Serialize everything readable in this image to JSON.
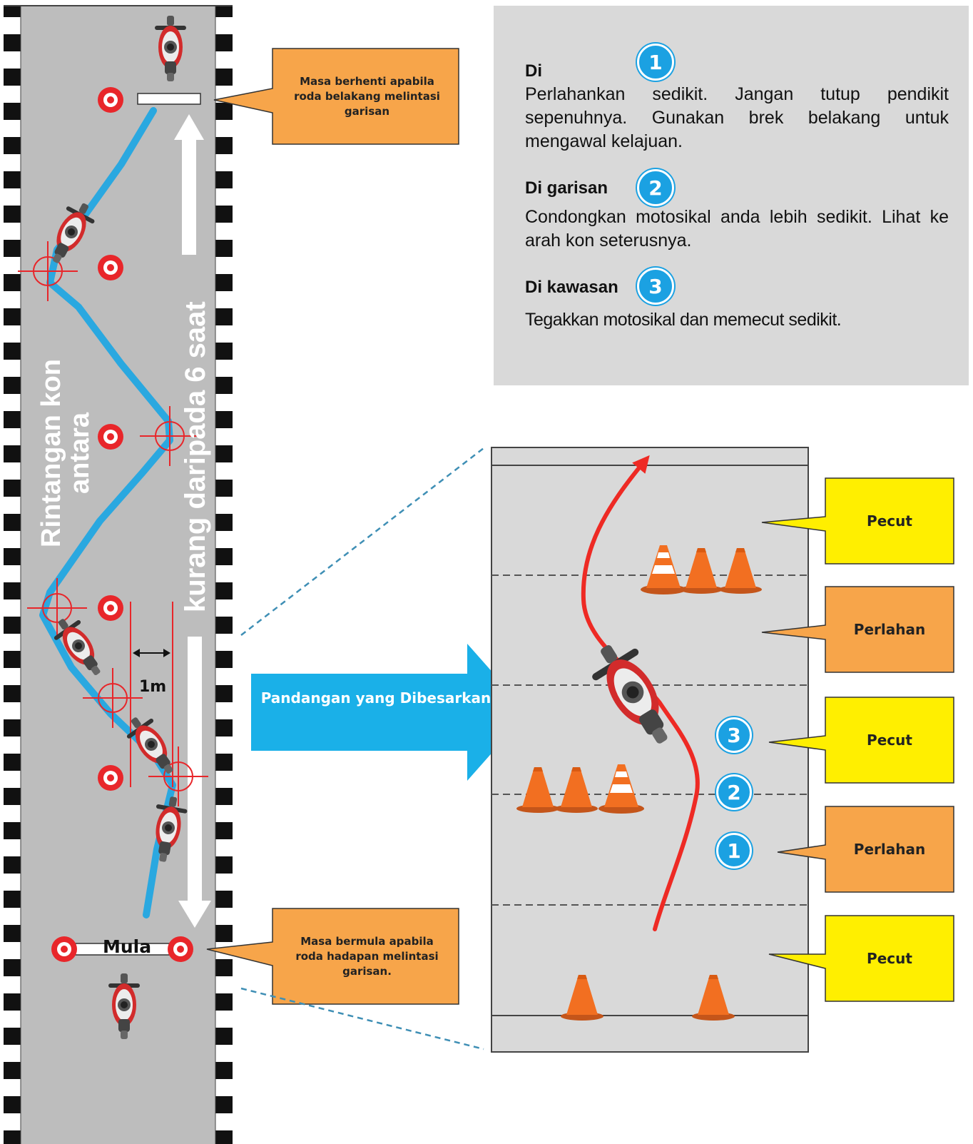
{
  "left_track": {
    "stop_callout": "Masa berhenti apabila roda belakang melintasi garisan",
    "start_callout": "Masa bermula apabila roda hadapan melintasi garisan.",
    "label_obstacle": "Rintangan kon antara",
    "label_time": "kurang daripada 6 saat",
    "distance_label": "1m",
    "start_label": "Mula"
  },
  "info_panel": {
    "steps": [
      {
        "heading": "Di",
        "badge": "1",
        "text": "Perlahankan sedikit. Jangan tutup pendikit sepenuhnya. Gunakan brek belakang untuk mengawal kelajuan."
      },
      {
        "heading": "Di garisan",
        "badge": "2",
        "text": "Condongkan motosikal anda lebih sedikit. Lihat ke arah kon seterusnya."
      },
      {
        "heading": "Di kawasan",
        "badge": "3",
        "text": "Tegakkan motosikal dan memecut sedikit."
      }
    ]
  },
  "zoom_arrow_label": "Pandangan yang Dibesarkan",
  "zoom_view": {
    "zones": [
      "Pecut",
      "Perlahan",
      "Pecut",
      "Perlahan",
      "Pecut"
    ],
    "markers": [
      "3",
      "2",
      "1"
    ]
  },
  "colors": {
    "road": "#bdbdbd",
    "path_blue": "#2aa8e0",
    "path_red": "#ee2a24",
    "callout_orange": "#f7a54a",
    "callout_yellow": "#ffef00",
    "arrow_blue": "#1ab0e8",
    "cone_orange": "#f26f21",
    "badge_blue": "#1ba1e2"
  }
}
